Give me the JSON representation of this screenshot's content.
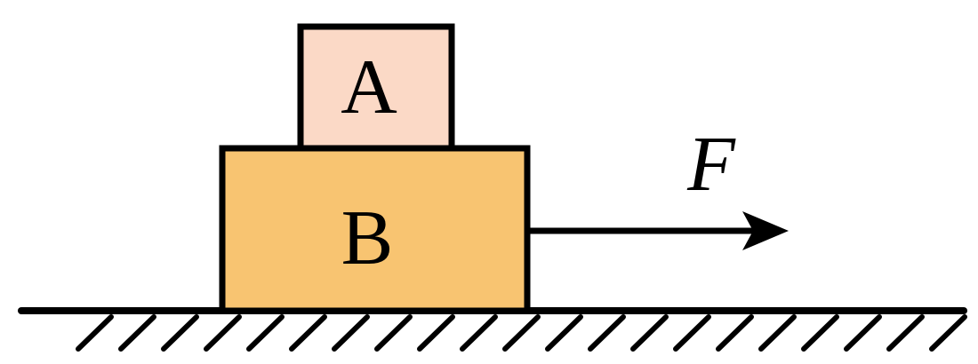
{
  "diagram": {
    "block_a": {
      "label": "A",
      "fill": "#FBD9C6"
    },
    "block_b": {
      "label": "B",
      "fill": "#F8C471"
    },
    "force": {
      "label": "F"
    },
    "stroke_color": "#000000"
  }
}
